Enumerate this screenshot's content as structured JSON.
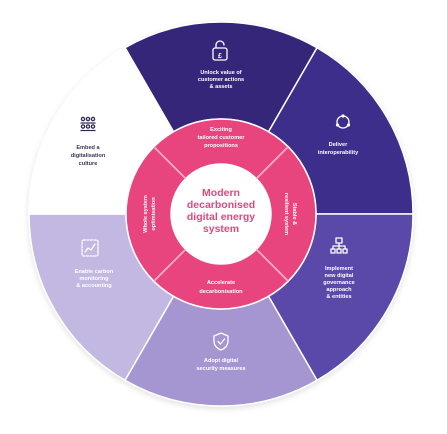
{
  "colors": {
    "pink": "#e8457f",
    "pink_light": "#f0a6c6",
    "navy": "#35287a",
    "purple_dark": "#3d2d8c",
    "purple_mid": "#5a48a8",
    "purple": "#6d5db8",
    "lavender": "#a596d2",
    "lavender_light": "#c3b8e2",
    "white": "#ffffff"
  },
  "center": {
    "lines": [
      "Modern",
      "decarbonised",
      "digital energy",
      "system"
    ]
  },
  "inner_ring": {
    "top": [
      "Exciting",
      "tailored customer",
      "propositions"
    ],
    "right": [
      "Stable &",
      "resilient system"
    ],
    "bottom": [
      "Accelerate",
      "decarbonisation"
    ],
    "left": [
      "Whole system",
      "optimisation"
    ]
  },
  "outer_ring": {
    "unlock": {
      "icon": "padlock-icon",
      "lines": [
        "Unlock value of",
        "customer actions",
        "& assets"
      ]
    },
    "deliver": {
      "icon": "interoperability-icon",
      "lines": [
        "Deliver",
        "interoperability"
      ]
    },
    "governance": {
      "icon": "hierarchy-icon",
      "lines": [
        "Implement",
        "new digital",
        "governance",
        "approach",
        "& entities"
      ]
    },
    "security": {
      "icon": "shield-check-icon",
      "lines": [
        "Adopt digital",
        "security measures"
      ]
    },
    "monitoring": {
      "icon": "chart-monitor-icon",
      "lines": [
        "Enable carbon",
        "monitoring",
        "& accounting"
      ]
    },
    "culture": {
      "icon": "people-grid-icon",
      "lines": [
        "Embed a",
        "digitalisation",
        "culture"
      ]
    }
  }
}
